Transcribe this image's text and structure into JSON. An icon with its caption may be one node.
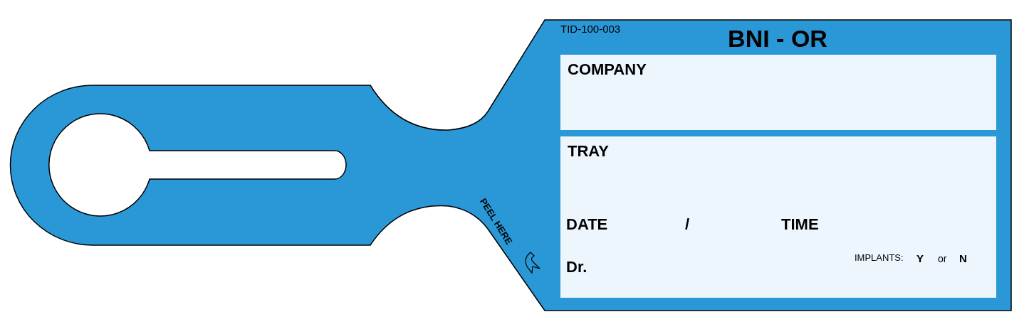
{
  "diagram": {
    "title": "BNI - OR",
    "nodes": [
      {
        "text": [
          "COMPANY"
        ]
      },
      {
        "text": [
          "TRAY",
          "DATE",
          "/",
          "TIME",
          "Dr.",
          "IMPLANTS:",
          "Y",
          "or",
          "N"
        ]
      }
    ],
    "labels": [
      "TID-100-003",
      "PEEL HERE"
    ]
  }
}
